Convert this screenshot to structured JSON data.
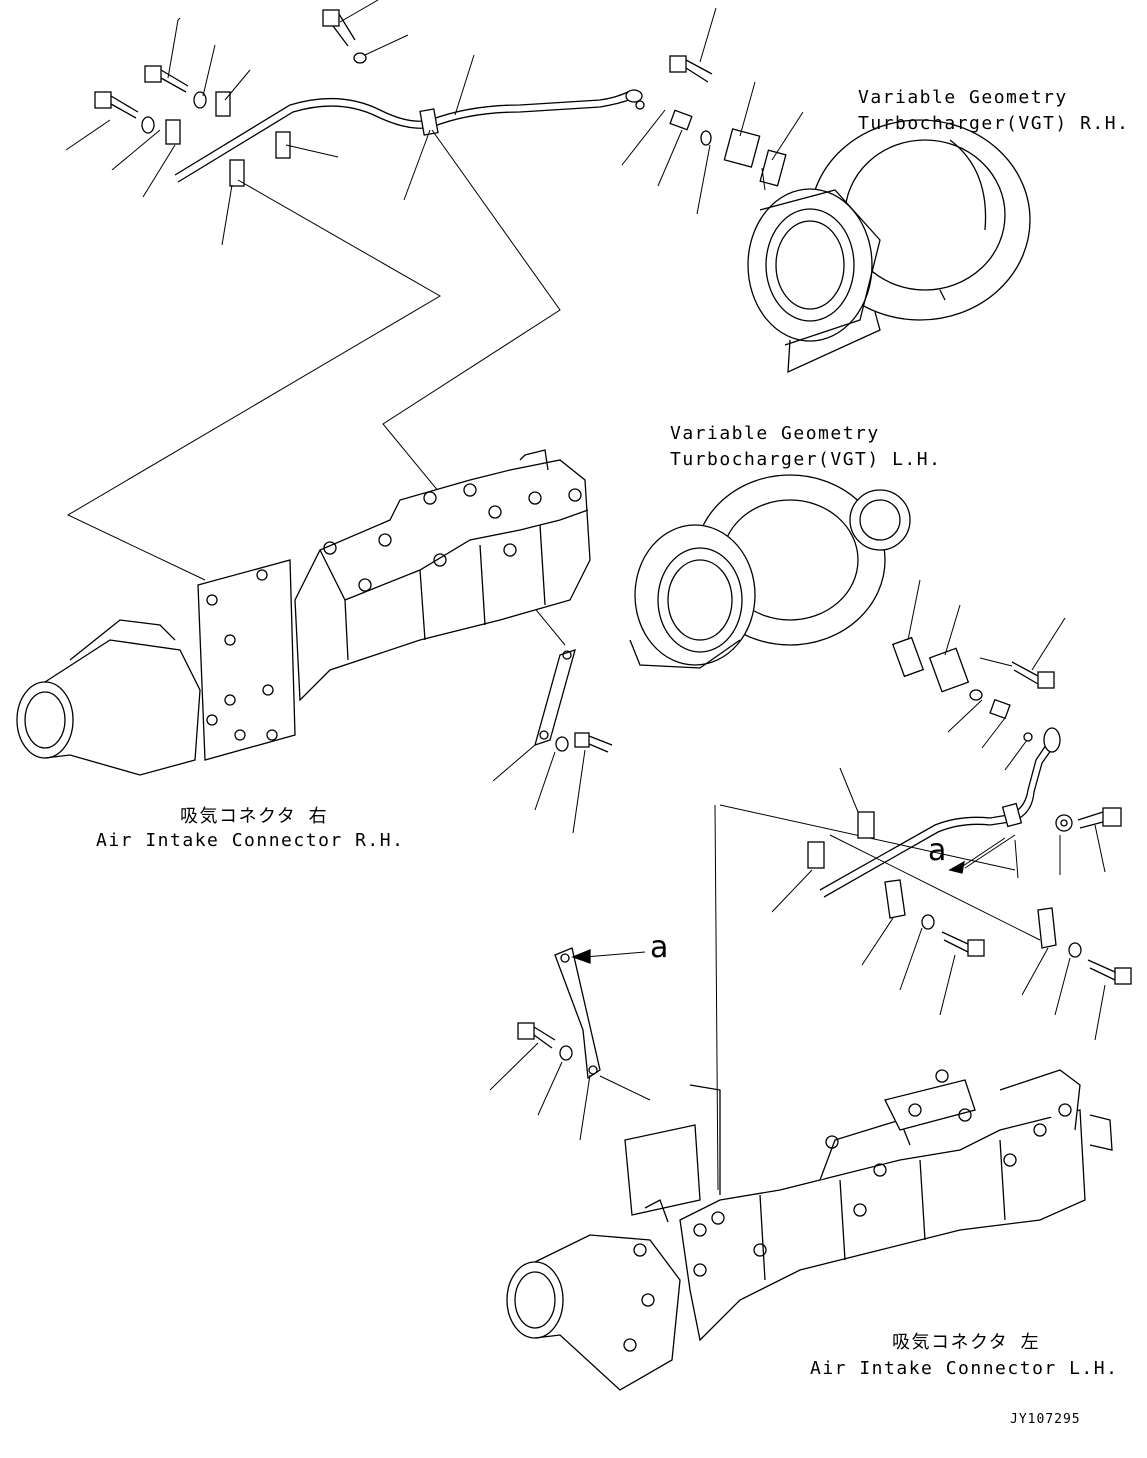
{
  "labels": {
    "vgt_rh_line1": "Variable Geometry",
    "vgt_rh_line2": "Turbocharger(VGT) R.H.",
    "vgt_lh_line1": "Variable Geometry",
    "vgt_lh_line2": "Turbocharger(VGT) L.H.",
    "aic_rh_jp": "吸気コネクタ 右",
    "aic_rh_en": "Air Intake Connector R.H.",
    "aic_lh_jp": "吸気コネクタ 左",
    "aic_lh_en": "Air Intake Connector L.H."
  },
  "tags": {
    "ref_a_1": "a",
    "ref_a_2": "a"
  },
  "drawing_code": "JY107295"
}
